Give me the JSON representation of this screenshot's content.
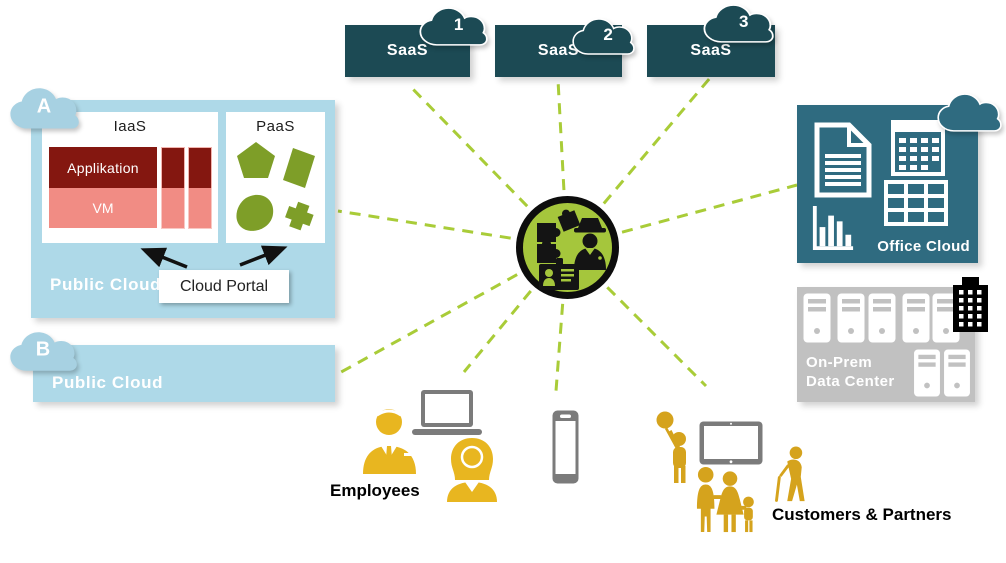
{
  "title": "Hybrid cloud architecture diagram",
  "colors": {
    "public_cloud_blue": "#aed9e8",
    "cloud_badge_blue": "#a7d1e2",
    "saas_dark_teal": "#1c4a54",
    "office_teal": "#2f6b80",
    "onprem_gray": "#c1c1c1",
    "device_gray": "#7b7b7b",
    "application_dark_red": "#841710",
    "vm_pink": "#f18c84",
    "paas_olive": "#7e9e28",
    "hub_green": "#a5c63c",
    "dashed_line_green": "#a9cc38",
    "employee_yellow": "#e8b620",
    "customer_gold": "#d5a31d"
  },
  "public_cloud_a": {
    "badge": "A",
    "label": "Public Cloud",
    "iaas": {
      "title": "IaaS",
      "app": "Applikation",
      "vm": "VM"
    },
    "paas": {
      "title": "PaaS"
    },
    "portal": "Cloud Portal"
  },
  "public_cloud_b": {
    "badge": "B",
    "label": "Public Cloud"
  },
  "saas": [
    {
      "badge": "1",
      "label": "SaaS"
    },
    {
      "badge": "2",
      "label": "SaaS"
    },
    {
      "badge": "3",
      "label": "SaaS"
    }
  ],
  "office_cloud": {
    "label": "Office Cloud",
    "icons": [
      "document-icon",
      "calendar-icon",
      "table-icon",
      "bar-chart-icon",
      "cloud-icon"
    ]
  },
  "on_prem": {
    "line1": "On-Prem",
    "line2": "Data Center",
    "icons": [
      "server-icon",
      "building-icon"
    ]
  },
  "hub": {
    "icons": [
      "puzzle-icon",
      "security-officer-icon",
      "id-card-icon"
    ]
  },
  "users": {
    "employees_label": "Employees",
    "customers_label": "Customers & Partners",
    "icons": [
      "business-man-icon",
      "business-woman-icon",
      "laptop-icon",
      "smartphone-icon",
      "tablet-icon",
      "child-balloon-icon",
      "family-icon",
      "elderly-person-icon"
    ]
  },
  "connections": {
    "count": 9,
    "targets": [
      "saas-1",
      "saas-2",
      "saas-3",
      "office-cloud",
      "public-cloud-a",
      "public-cloud-b",
      "employees",
      "smartphone",
      "customers-partners"
    ]
  }
}
